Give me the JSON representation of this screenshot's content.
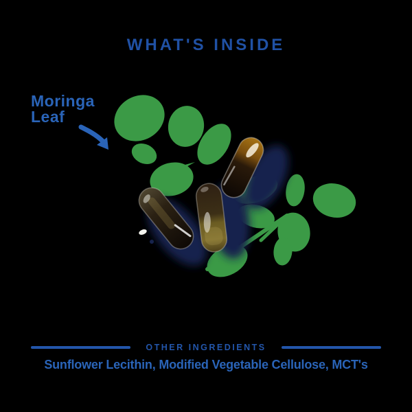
{
  "title": "WHAT'S INSIDE",
  "callout": {
    "line1": "Moringa",
    "line2": "Leaf"
  },
  "footer": {
    "heading": "OTHER INGREDIENTS",
    "ingredients": "Sunflower Lecithin, Modified Vegetable Cellulose, MCT's"
  },
  "icons": {
    "callout_arrow": "curved-arrow-down-right",
    "leaf_illustration": "moringa-leaf-clusters",
    "capsule_count": "3"
  },
  "colors": {
    "background": "#000000",
    "heading_blue": "#2051a5",
    "text_blue": "#2a64b8",
    "divider_blue": "#2356ab",
    "leaf_green": "#3b9a46",
    "shadow_navy": "#17234d",
    "capsule_dark_brown": "#2b2113",
    "capsule_olive": "#7d6c2c",
    "capsule_amber": "#a87414"
  }
}
